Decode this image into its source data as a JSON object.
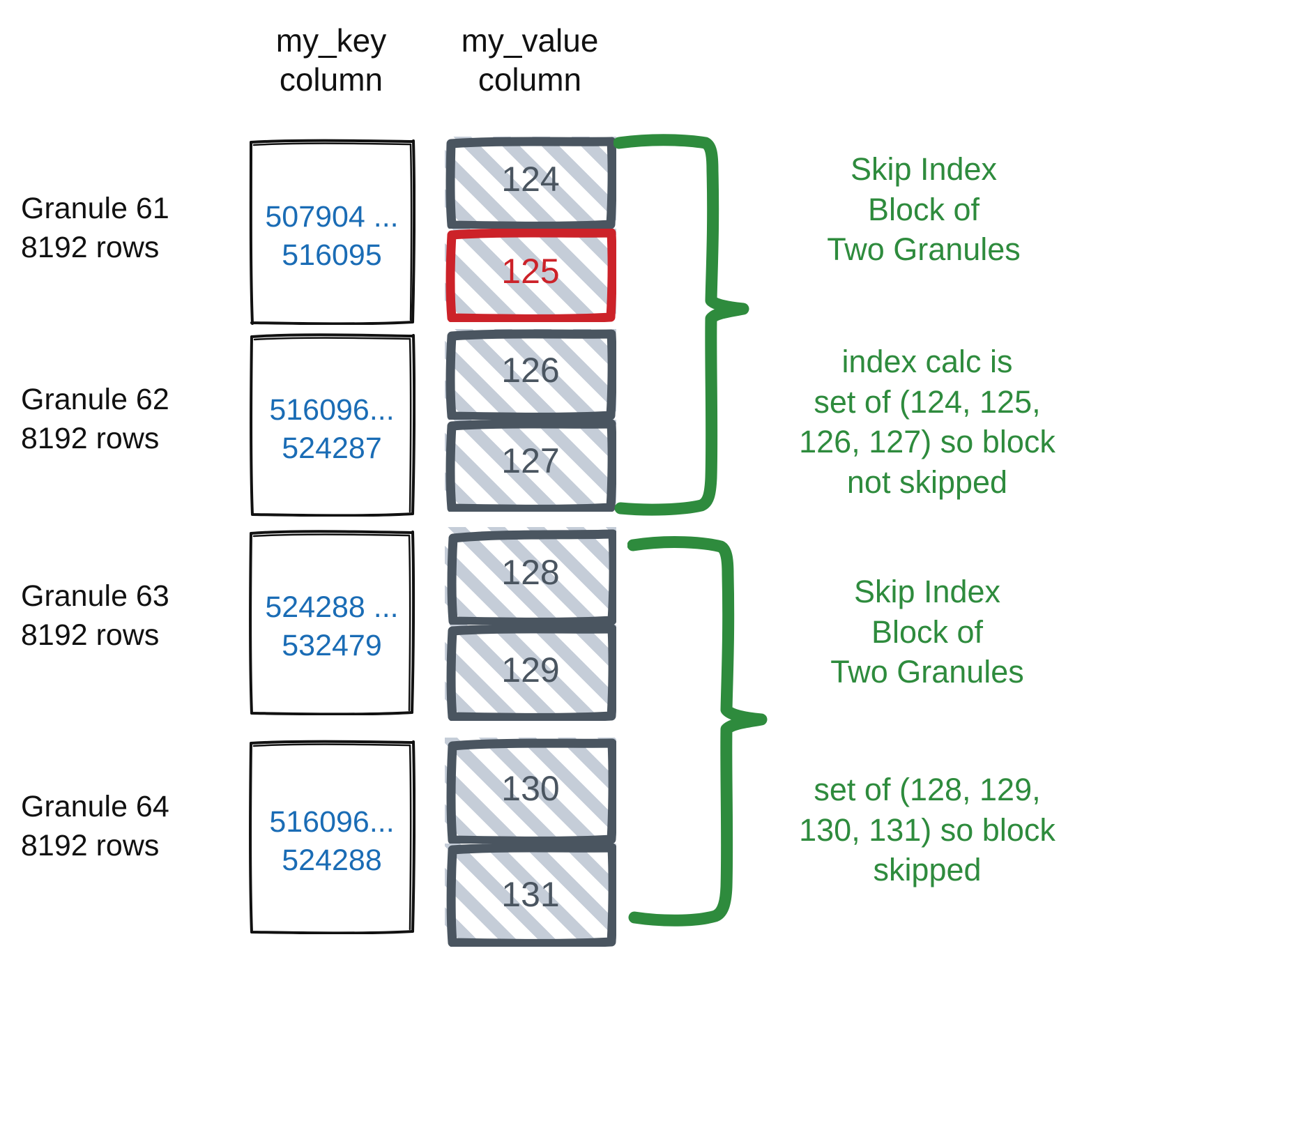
{
  "headers": {
    "key_column": "my_key\ncolumn",
    "value_column": "my_value\ncolumn"
  },
  "colors": {
    "key_text": "#1a6cb5",
    "value_text": "#4a5560",
    "match_red": "#cc2229",
    "annotation_green": "#2e8b3d",
    "hatch": "#c5cdd8",
    "box_outline": "#111111"
  },
  "granules": [
    {
      "label": "Granule 61\n8192 rows",
      "key_range": "507904 ...\n516095",
      "values": [
        {
          "text": "124",
          "highlighted": false
        },
        {
          "text": "125",
          "highlighted": true
        }
      ]
    },
    {
      "label": "Granule 62\n8192 rows",
      "key_range": "516096...\n524287",
      "values": [
        {
          "text": "126",
          "highlighted": false
        },
        {
          "text": "127",
          "highlighted": false
        }
      ]
    },
    {
      "label": "Granule 63\n8192 rows",
      "key_range": "524288 ...\n532479",
      "values": [
        {
          "text": "128",
          "highlighted": false
        },
        {
          "text": "129",
          "highlighted": false
        }
      ]
    },
    {
      "label": "Granule 64\n8192 rows",
      "key_range": "516096...\n524288",
      "values": [
        {
          "text": "130",
          "highlighted": false
        },
        {
          "text": "131",
          "highlighted": false
        }
      ]
    }
  ],
  "annotations": [
    {
      "text": "Skip Index\nBlock of\nTwo Granules"
    },
    {
      "text": "index calc is\nset of (124, 125,\n126, 127) so block\nnot skipped"
    },
    {
      "text": "Skip Index\nBlock of\nTwo Granules"
    },
    {
      "text": "set of (128, 129,\n130, 131) so block\nskipped"
    }
  ]
}
